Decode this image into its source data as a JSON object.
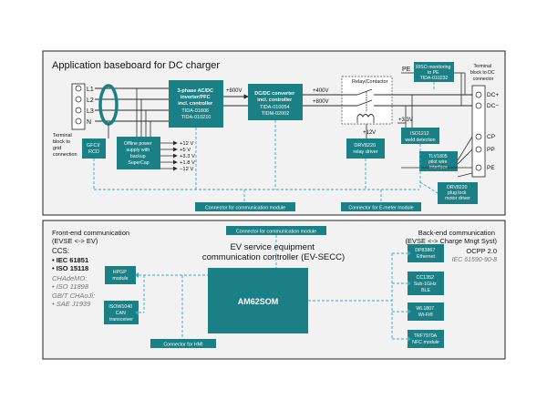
{
  "top": {
    "title": "Application baseboard for DC charger",
    "grid_lines": [
      "L1",
      "L2",
      "L3",
      "N"
    ],
    "terminal_grid": [
      "Terminal",
      "block to",
      "grid",
      "connection"
    ],
    "gfci": [
      "GFCI/",
      "RCD"
    ],
    "pfc": [
      "3-phase AC/DC",
      "inverter/PFC",
      "incl. controller",
      "TIDA-01606",
      "TIDA-010210"
    ],
    "v800": "+800V",
    "dcdc": [
      "DC/DC converter",
      "incl. controller",
      "TIDA-010054",
      "TIDM-02002"
    ],
    "v400": "+400V",
    "v800b": "+800V",
    "relay": "Relay/Contactor",
    "offline": [
      "Offline power",
      "supply with",
      "backup",
      "SuperCap"
    ],
    "rails": [
      "+12 V",
      "+5 V",
      "+3.3 V",
      "+1.8 V",
      "−12 V"
    ],
    "v12": "+12V",
    "drv_relay": [
      "DRV8220",
      "relay driver"
    ],
    "pe": "PE",
    "riso": [
      "RISO monitoring",
      "to PE",
      "TIDA-010232"
    ],
    "v33": "+3.3V",
    "iso1212": [
      "ISO1212",
      "weld detection"
    ],
    "tlv": [
      "TLV1805",
      "pilot wire",
      "interface"
    ],
    "drv_plug": [
      "DRV8220",
      "plug lock",
      "motor driver"
    ],
    "terminal_dc": [
      "Terminal",
      "block to DC",
      "connector"
    ],
    "dc_plus": "DC+",
    "dc_minus": "DC−",
    "cp": "CP",
    "pp": "PP",
    "pe2": "PE",
    "conn_comm": "Connector for communication module",
    "conn_emeter": "Connector for  E-meter module"
  },
  "bottom": {
    "conn_comm": "Connector for communication module",
    "front_title": [
      "Front-end communication",
      "(EVSE <-> EV)"
    ],
    "ccs": "CCS:",
    "ccs_items": [
      "• IEC 61851",
      "• ISO 15118"
    ],
    "chademo": "CHAdeMO:",
    "chademo_items": [
      "• ISO 11898"
    ],
    "gbt": "GB/T CHAoJi:",
    "gbt_items": [
      "• SAE J1939"
    ],
    "evsecc": [
      "EV service equipment",
      "communication controller (EV-SECC)"
    ],
    "hpgp": [
      "HPGP",
      "module"
    ],
    "iso1040": [
      "ISOW1040",
      "CAN",
      "transceiver"
    ],
    "am62": "AM62SOM",
    "conn_hmi": "Connector for HMI",
    "back_title": [
      "Back-end communication",
      "(EVSE <-> Charge Mngt Syst)"
    ],
    "ocpp": "OCPP 2.0",
    "iec": "IEC 61590-90-8",
    "dp83867": [
      "DP83867",
      "Ethernet"
    ],
    "cc1352": [
      "CC1352",
      "Sub-1GHz",
      "BLE"
    ],
    "wl1807": [
      "WL1807",
      "Wi-Fi®"
    ],
    "trf": [
      "TRF7970A",
      "NFC module"
    ]
  },
  "colors": {
    "teal": "#1b7f86",
    "dash": "#36a9c8",
    "panel": "#f2f2f2",
    "dark": "#2a2a2a"
  }
}
